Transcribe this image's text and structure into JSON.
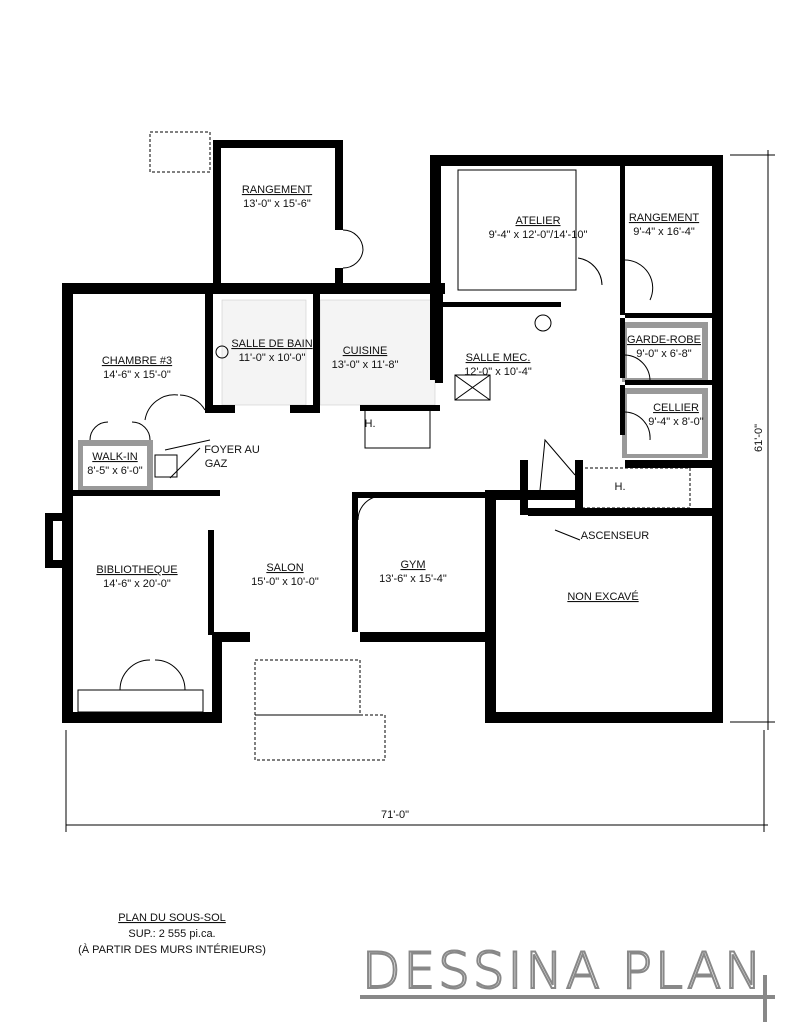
{
  "rooms": {
    "rangement1": {
      "name": "RANGEMENT",
      "dim": "13'-0\" x 15'-6\""
    },
    "atelier": {
      "name": "ATELIER",
      "dim": "9'-4\" x 12'-0\"/14'-10\""
    },
    "rangement2": {
      "name": "RANGEMENT",
      "dim": "9'-4\" x 16'-4\""
    },
    "chambre3": {
      "name": "CHAMBRE #3",
      "dim": "14'-6\" x 15'-0\""
    },
    "salle_de_bain": {
      "name": "SALLE DE BAIN",
      "dim": "11'-0\" x 10'-0\""
    },
    "cuisine": {
      "name": "CUISINE",
      "dim": "13'-0\" x 11'-8\""
    },
    "salle_mec": {
      "name": "SALLE MEC.",
      "dim": "12'-0\" x 10'-4\""
    },
    "garde_robe": {
      "name": "GARDE-ROBE",
      "dim": "9'-0\" x 6'-8\""
    },
    "cellier": {
      "name": "CELLIER",
      "dim": "9'-4\" x 8'-0\""
    },
    "walk_in": {
      "name": "WALK-IN",
      "dim": "8'-5\" x 6'-0\""
    },
    "bibliotheque": {
      "name": "BIBLIOTHEQUE",
      "dim": "14'-6\" x 20'-0\""
    },
    "salon": {
      "name": "SALON",
      "dim": "15'-0\" x 10'-0\""
    },
    "gym": {
      "name": "GYM",
      "dim": "13'-6\" x 15'-4\""
    },
    "non_excave": {
      "name": "NON EXCAVÉ"
    }
  },
  "annotations": {
    "foyer_line1": "FOYER AU",
    "foyer_line2": "GAZ",
    "ascenseur": "ASCENSEUR",
    "stair_h1": "H.",
    "stair_h2": "H."
  },
  "dimensions": {
    "width": "71'-0\"",
    "depth": "61'-0\""
  },
  "legend": {
    "title": "PLAN DU SOUS-SOL",
    "area": "SUP.: 2 555 pi.ca.",
    "note": "(À PARTIR DES MURS INTÉRIEURS)"
  },
  "logo": {
    "text": "DESSINA PLAN"
  }
}
